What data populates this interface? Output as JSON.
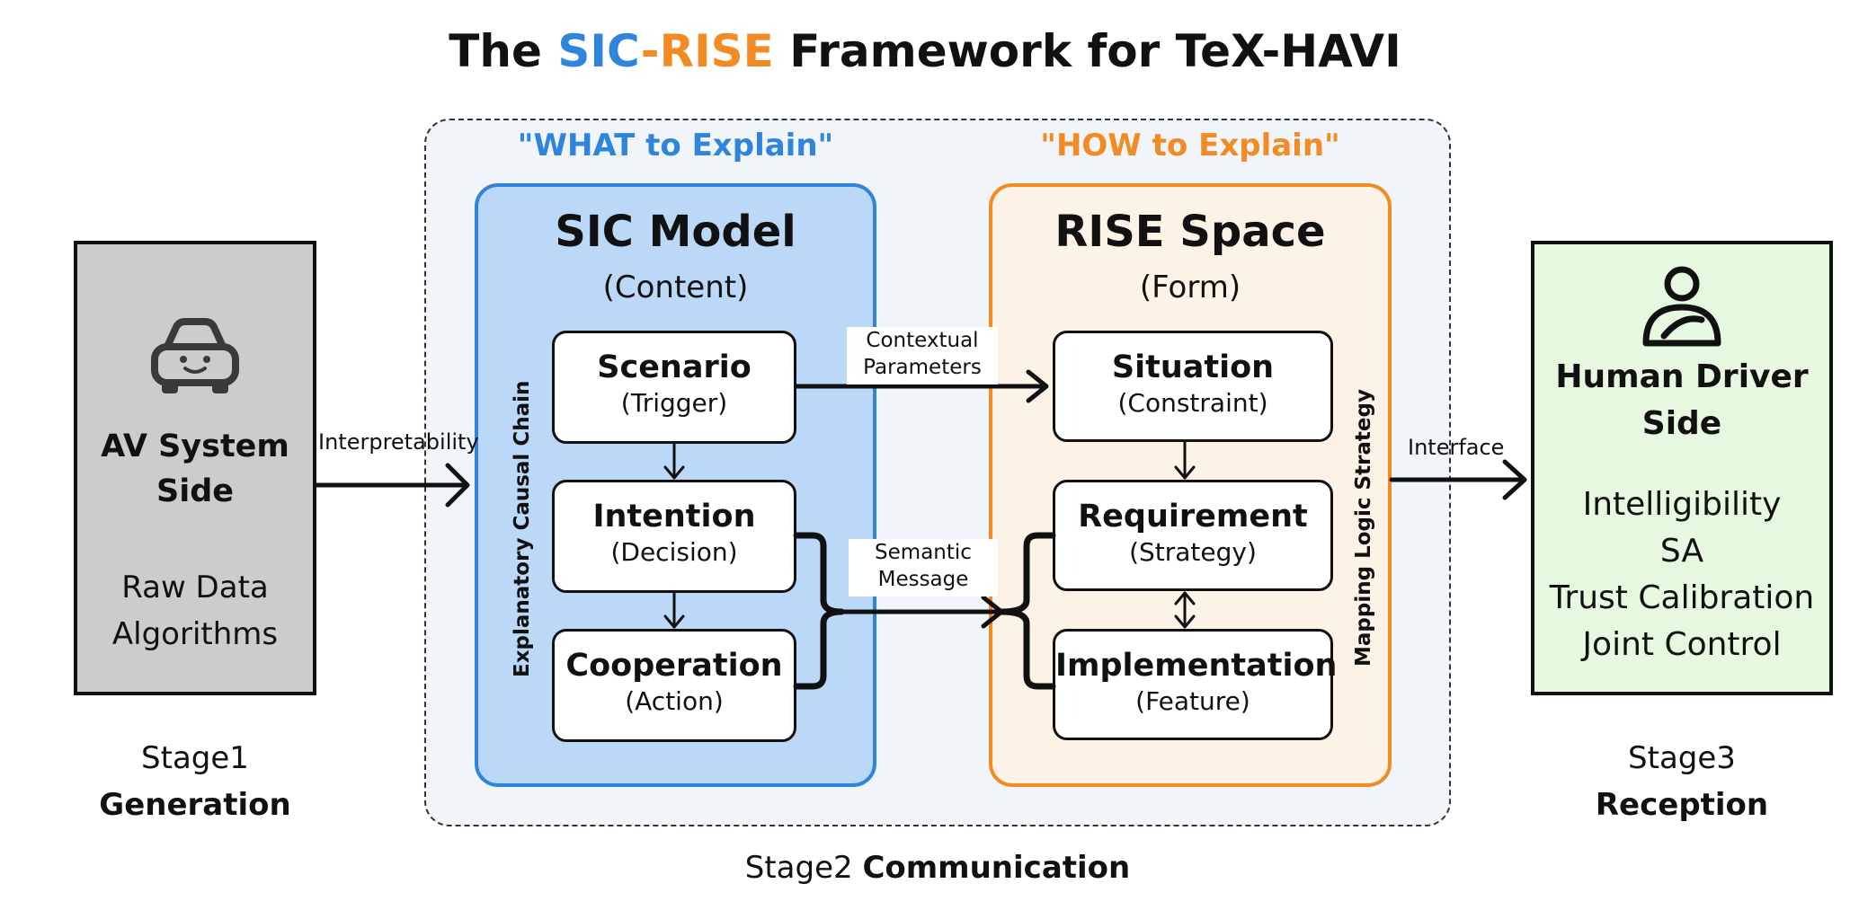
{
  "title": {
    "prefix": "The ",
    "sic": "SIC",
    "dash": "-",
    "rise": "RISE",
    "suffix": " Framework for TeX-HAVI"
  },
  "colors": {
    "blue": "#2f84dc",
    "orange": "#f28b24",
    "av_fill": "#cccccc",
    "human_fill": "#e6f8df",
    "sic_fill": "#bcd8f8",
    "rise_fill": "#fdf2e6"
  },
  "av_side": {
    "icon": "car-robot-icon",
    "title_line1": "AV System",
    "title_line2": "Side",
    "text_line1": "Raw Data",
    "text_line2": "Algorithms"
  },
  "human_side": {
    "icon": "driver-icon",
    "title_line1": "Human Driver",
    "title_line2": "Side",
    "items": [
      "Intelligibility",
      "SA",
      "Trust Calibration",
      "Joint Control"
    ]
  },
  "sic": {
    "header": "\"WHAT to Explain\"",
    "title": "SIC Model",
    "subtitle": "(Content)",
    "side_label": "Explanatory Causal Chain",
    "nodes": [
      {
        "title": "Scenario",
        "sub": "(Trigger)"
      },
      {
        "title": "Intention",
        "sub": "(Decision)"
      },
      {
        "title": "Cooperation",
        "sub": "(Action)"
      }
    ]
  },
  "rise": {
    "header": "\"HOW to Explain\"",
    "title": "RISE Space",
    "subtitle": "(Form)",
    "side_label": "Mapping Logic Strategy",
    "nodes": [
      {
        "title": "Situation",
        "sub": "(Constraint)"
      },
      {
        "title": "Requirement",
        "sub": "(Strategy)"
      },
      {
        "title": "Implementation",
        "sub": "(Feature)"
      }
    ]
  },
  "arrows": {
    "interpretability": "Interpretability",
    "interface": "Interface",
    "contextual_line1": "Contextual",
    "contextual_line2": "Parameters",
    "semantic_line1": "Semantic",
    "semantic_line2": "Message"
  },
  "stages": {
    "s1_label": "Stage1",
    "s1_name": "Generation",
    "s2_label": "Stage2",
    "s2_name": "Communication",
    "s3_label": "Stage3",
    "s3_name": "Reception"
  }
}
